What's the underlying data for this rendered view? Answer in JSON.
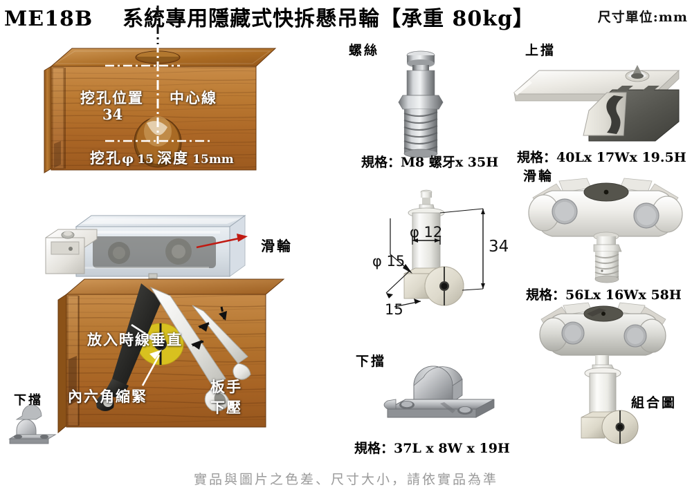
{
  "header": {
    "model": "ME18B",
    "title": "系統專用隱藏式快拆懸吊輪【承重 80kg】",
    "unit_label": "尺寸單位:mm"
  },
  "panel_install_top": {
    "label_hole_position": "挖孔位置",
    "value_hole_position": "34",
    "label_centerline": "中心線",
    "label_hole_spec": "挖孔",
    "label_hole_dia": "15",
    "label_hole_depth": "深度",
    "label_hole_depth_value": "15mm",
    "phi_symbol": "φ"
  },
  "panel_install_bottom": {
    "label_roller_callout": "滑輪",
    "label_vertical_line": "放入時線垂直",
    "label_hex_tighten": "內六角縮緊",
    "label_wrench_press": "板手\n下壓",
    "label_wrench_press_l1": "板手",
    "label_wrench_press_l2": "下壓",
    "label_lower_stop": "下擋"
  },
  "parts": {
    "screw": {
      "name": "螺絲",
      "spec": "規格：M8 螺牙x 35H"
    },
    "upper_stop": {
      "name": "上擋",
      "spec": "規格：40Lx 17Wx 19.5H"
    },
    "roller": {
      "name": "滑輪",
      "spec": "規格：56Lx 16Wx 58H"
    },
    "lower_stop": {
      "name": "下擋",
      "spec": "規格：37L x 8W x 19H"
    },
    "assembly": {
      "name": "組合圖"
    }
  },
  "dimension_drawing": {
    "dia_12": "φ 12",
    "dia_15": "φ 15",
    "height_34": "34",
    "width_15": "15"
  },
  "footer": {
    "note": "實品與圖片之色差、尺寸大小，請依實品為準"
  },
  "colors": {
    "wood": "#b9762f",
    "wood_dark": "#6d3c11",
    "arrow_red": "#c01a12",
    "metal_light": "#e9e9e6",
    "metal_dark": "#55554f",
    "footer_gray": "#9a9a9a"
  }
}
